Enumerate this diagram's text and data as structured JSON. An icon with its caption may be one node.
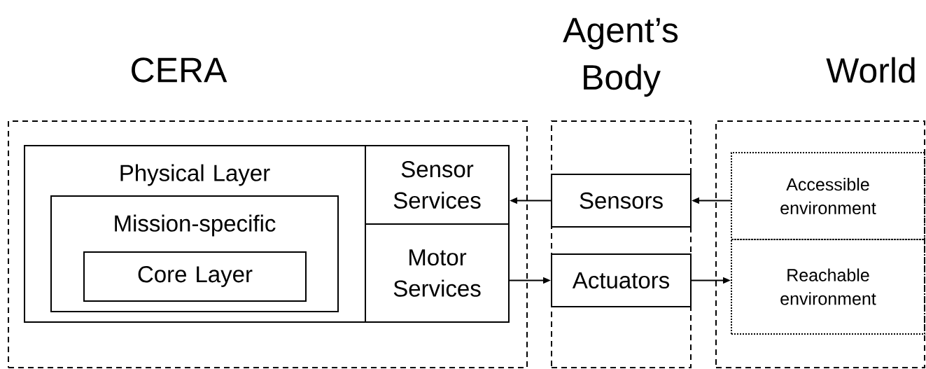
{
  "diagram": {
    "nodes": [
      {
        "text": [
          "CERA"
        ]
      },
      {
        "text": [
          "Agent’s Body"
        ]
      },
      {
        "text": [
          "World"
        ]
      },
      {
        "text": [
          "Physical Layer"
        ],
        "in": 0
      },
      {
        "text": [
          "Mission-specific"
        ],
        "in": 3
      },
      {
        "text": [
          "Core Layer"
        ],
        "in": 4
      },
      {
        "text": [
          "Sensor Services"
        ],
        "in": 0
      },
      {
        "text": [
          "Motor Services"
        ],
        "in": 0
      },
      {
        "text": [
          "Sensors"
        ],
        "in": 1
      },
      {
        "text": [
          "Actuators"
        ],
        "in": 1
      },
      {
        "text": [
          "Accessible environment"
        ],
        "in": 2
      },
      {
        "text": [
          "Reachable environment"
        ],
        "in": 2
      }
    ],
    "edges": [
      {
        "from": 8,
        "to": 6,
        "arrow": "to"
      },
      {
        "from": 10,
        "to": 8,
        "arrow": "to"
      },
      {
        "from": 7,
        "to": 9,
        "arrow": "to"
      },
      {
        "from": 9,
        "to": 11,
        "arrow": "to"
      }
    ]
  }
}
